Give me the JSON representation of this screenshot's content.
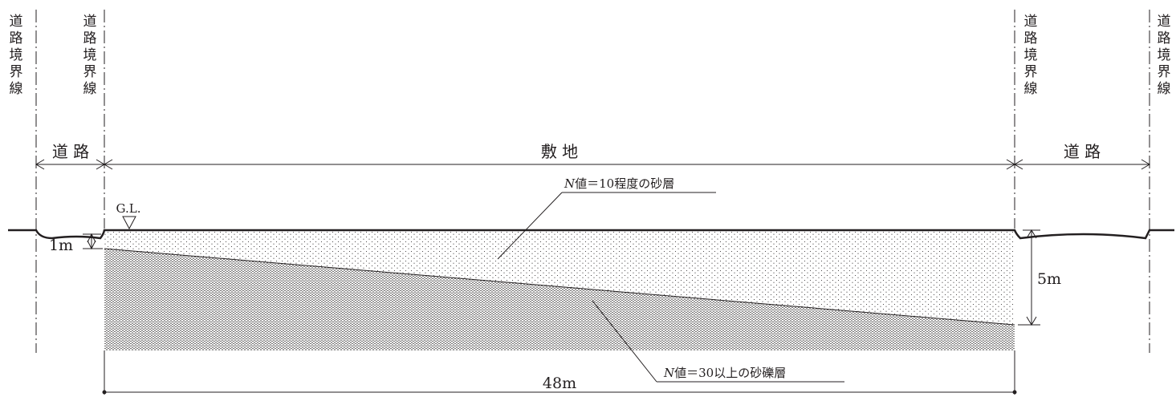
{
  "boundary_label_chars": [
    "道",
    "路",
    "境",
    "界",
    "線"
  ],
  "road_left_label": "道 路",
  "site_label": "敷 地",
  "road_right_label": "道 路",
  "gl_label": "G.L.",
  "upper_layer": {
    "n_prefix": "N",
    "text": "値＝10程度の砂層"
  },
  "lower_layer": {
    "n_prefix": "N",
    "text": "値＝30以上の砂礫層"
  },
  "dim_1m": "1m",
  "dim_5m": "5m",
  "dim_48m": "48m",
  "colors": {
    "line": "#231f20",
    "background": "#ffffff"
  }
}
